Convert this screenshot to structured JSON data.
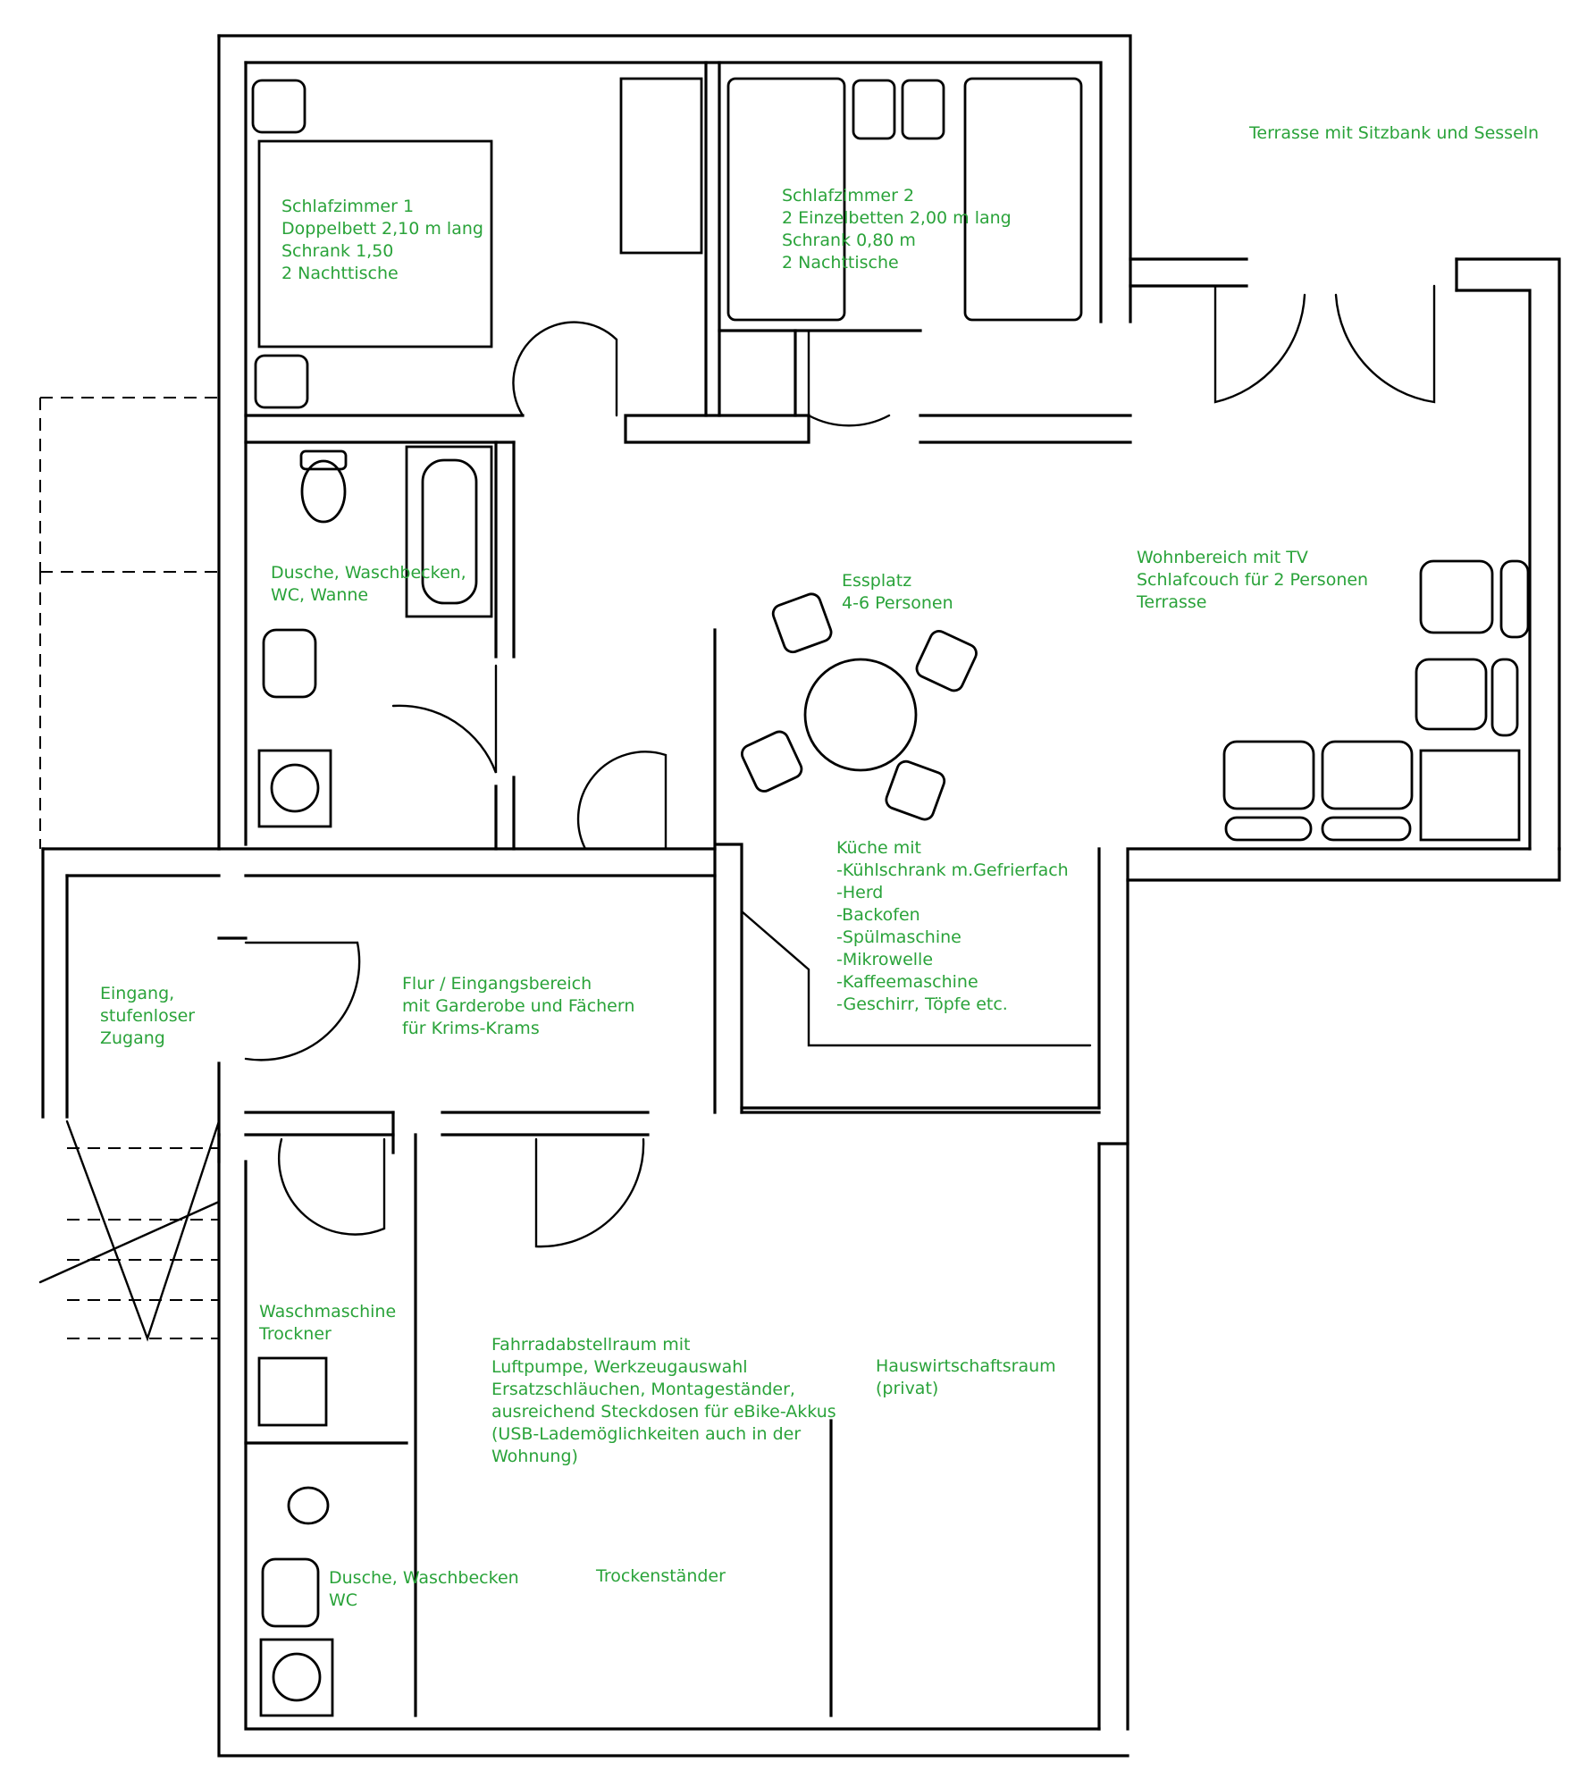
{
  "rooms": {
    "schlafzimmer1": [
      "Schlafzimmer 1",
      "Doppelbett 2,10 m lang",
      "Schrank 1,50",
      "2 Nachttische"
    ],
    "schlafzimmer2": [
      "Schlafzimmer 2",
      "2 Einzelbetten 2,00 m lang",
      "Schrank 0,80 m",
      "2 Nachttische"
    ],
    "terrasse": [
      "Terrasse mit Sitzbank und Sesseln"
    ],
    "bad": [
      "Dusche, Waschbecken,",
      "WC, Wanne"
    ],
    "essplatz": [
      "Essplatz",
      "4-6 Personen"
    ],
    "wohnbereich": [
      "Wohnbereich mit TV",
      "Schlafcouch für 2 Personen",
      "Terrasse"
    ],
    "kueche": [
      "Küche mit",
      "-Kühlschrank m.Gefrierfach",
      "-Herd",
      "-Backofen",
      "-Spülmaschine",
      "-Mikrowelle",
      "-Kaffeemaschine",
      "-Geschirr, Töpfe etc."
    ],
    "eingang": [
      "Eingang,",
      "stufenloser",
      "Zugang"
    ],
    "flur": [
      "Flur / Eingangsbereich",
      "mit Garderobe und Fächern",
      "für Krims-Krams"
    ],
    "waschraum": [
      "Waschmaschine",
      "Trockner"
    ],
    "fahrradraum": [
      "Fahrradabstellraum mit",
      "Luftpumpe, Werkzeugauswahl",
      "Ersatzschläuchen, Montageständer,",
      "ausreichend Steckdosen für eBike-Akkus",
      "(USB-Lademöglichkeiten  auch in der",
      "Wohnung)"
    ],
    "hauswirtschaft": [
      "Hauswirtschaftsraum",
      "(privat)"
    ],
    "bad2": [
      "Dusche, Waschbecken",
      "WC"
    ],
    "trockenstaender": [
      "Trockenständer"
    ]
  },
  "colors": {
    "label": "#2aa33a",
    "lines": "#000000"
  }
}
